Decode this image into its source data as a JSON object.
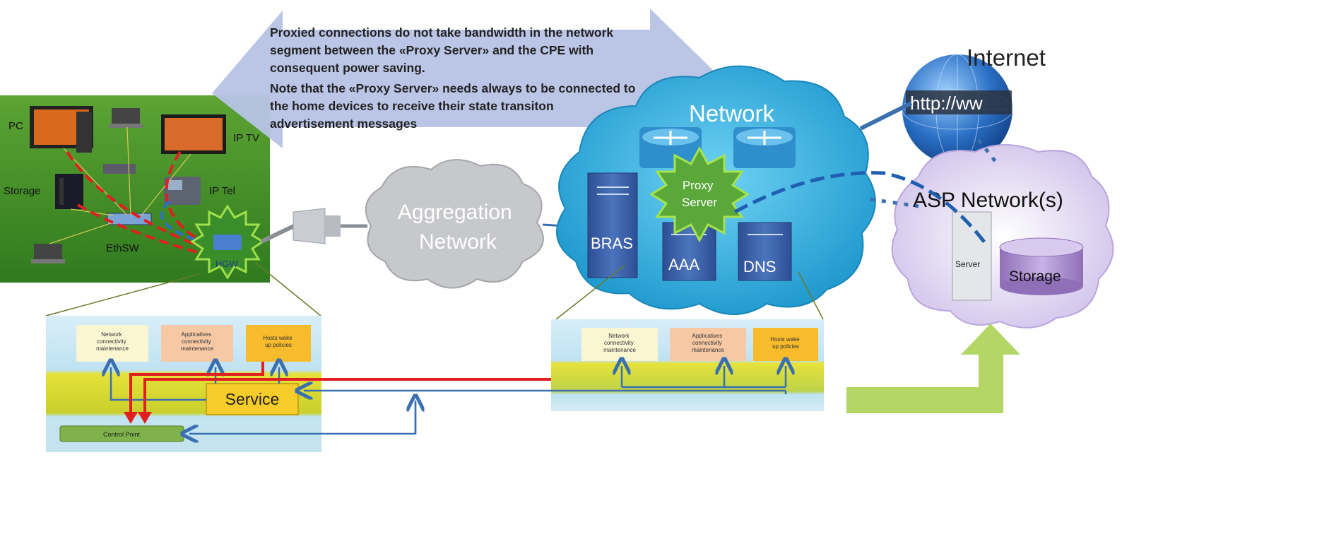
{
  "callout": {
    "lines": [
      "Proxied connections do not take bandwidth in the network",
      "segment between the «Proxy Server» and the CPE  with",
      "consequent  power saving.",
      "Note that the «Proxy Server» needs always to be connected to",
      "the home devices to receive their state transiton",
      "advertisement messages"
    ]
  },
  "home": {
    "pc": "PC",
    "iptv": "IP TV",
    "storage": "Storage",
    "iptel": "IP Tel",
    "ethsw": "EthSW",
    "hgw": "HGW"
  },
  "aggregation": {
    "line1": "Aggregation",
    "line2": "Network"
  },
  "network": {
    "title": "Network",
    "proxy_line1": "Proxy",
    "proxy_line2": "Server",
    "bras": "BRAS",
    "aaa": "AAA",
    "dns": "DNS"
  },
  "internet": {
    "title": "Internet",
    "url_text": "http://ww"
  },
  "asp": {
    "title": "ASP Network(s)",
    "server": "Server",
    "storage": "Storage"
  },
  "panel_left": {
    "box1": [
      "Network",
      "connectivity",
      "maintenance"
    ],
    "box2": [
      "Applicatives",
      "connectivity",
      "maintenance"
    ],
    "box3": [
      "Hosts wake",
      "up policies"
    ],
    "service": "Service",
    "control_point": "Control Point"
  },
  "panel_right": {
    "box1": [
      "Network",
      "connectivity",
      "maintenance"
    ],
    "box2": [
      "Applicatives",
      "connectivity",
      "maintenance"
    ],
    "box3": [
      "Hosts wake",
      "up policies"
    ]
  },
  "colors": {
    "callout_fill": "#b7c3e6",
    "network_cloud": "#2aa7d8",
    "server_blue": "#3e63a8",
    "red_arrow": "#e02020",
    "blue_arrow": "#3a6fb0",
    "green_arrow": "#a6cf4a",
    "home_bg": "#3f8a2a"
  }
}
